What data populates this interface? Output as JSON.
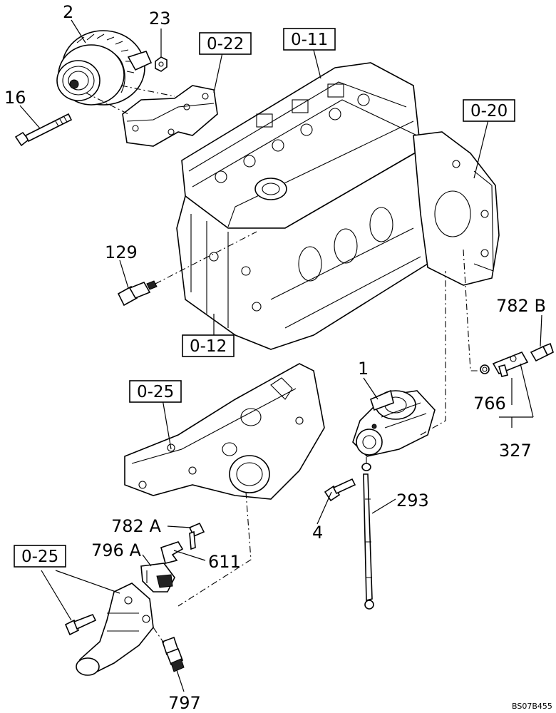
{
  "callouts": {
    "c2": "2",
    "c23": "23",
    "c16": "16",
    "c129": "129",
    "c1": "1",
    "c782b": "782 B",
    "c766": "766",
    "c327": "327",
    "c293": "293",
    "c4": "4",
    "c782a": "782 A",
    "c796a": "796 A",
    "c611": "611",
    "c797": "797"
  },
  "references": {
    "r022": "0-22",
    "r011": "0-11",
    "r020": "0-20",
    "r012": "0-12",
    "r025a": "0-25",
    "r025b": "0-25"
  },
  "drawing_code": "BS07B455",
  "icons": {
    "alternator": "alternator-icon",
    "bracket": "alternator-bracket-icon",
    "engine_block": "engine-block-icon",
    "starter": "starter-motor-icon",
    "manifold": "intake-manifold-icon",
    "water_outlet": "water-outlet-pipe-icon",
    "sensor": "temperature-sensor-icon",
    "speed_sensor": "speed-sensor-icon",
    "cable": "battery-cable-icon",
    "bolt": "bolt-icon",
    "nut": "nut-icon",
    "o_ring": "o-ring-icon"
  }
}
